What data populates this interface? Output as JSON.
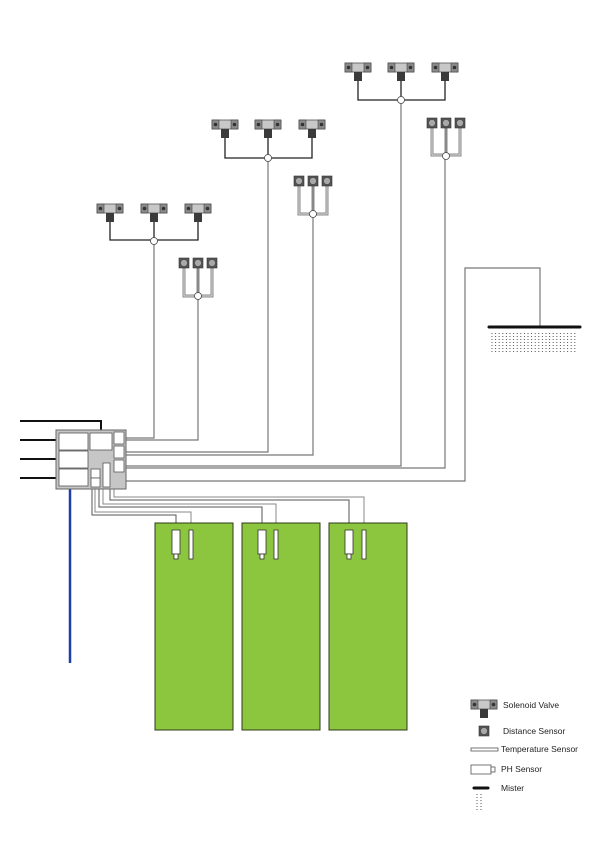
{
  "diagram": {
    "title": "",
    "colors": {
      "background": "#ffffff",
      "bed": "#8cc63f",
      "bed_border": "#2f3a1a",
      "controller_body": "#c6c6c6",
      "wire_dark": "#2b2b2b",
      "wire_grey": "#7a7a7a",
      "water_pipe": "#1e3fa8",
      "valve_body": "#c8c8c8",
      "valve_stem": "#3a3a3a",
      "sensor_body": "#9a9a9a"
    },
    "components": {
      "controller": "controller",
      "valve_groups": 3,
      "distance_sensor_groups": 3,
      "grow_beds": 3,
      "mister": 1,
      "input_lines": 4
    }
  },
  "legend": {
    "items": [
      {
        "label": "Solenoid Valve",
        "icon": "solenoid-valve"
      },
      {
        "label": "Distance Sensor",
        "icon": "distance-sensor"
      },
      {
        "label": "Temperature Sensor",
        "icon": "temperature-sensor"
      },
      {
        "label": "PH Sensor",
        "icon": "ph-sensor"
      },
      {
        "label": "Mister",
        "icon": "mister"
      }
    ]
  }
}
